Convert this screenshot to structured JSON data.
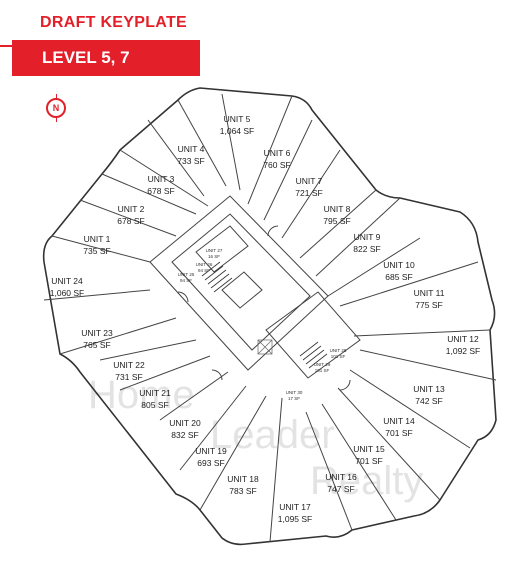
{
  "header": {
    "title": "DRAFT KEYPLATE",
    "level_label": "LEVEL 5, 7"
  },
  "compass": {
    "letter": "N",
    "icon": "north-arrow-icon"
  },
  "colors": {
    "accent": "#e3202a",
    "plan_line": "#333333"
  },
  "units": [
    {
      "name": "UNIT 1",
      "area": "735 SF"
    },
    {
      "name": "UNIT 2",
      "area": "678 SF"
    },
    {
      "name": "UNIT 3",
      "area": "678 SF"
    },
    {
      "name": "UNIT 4",
      "area": "733 SF"
    },
    {
      "name": "UNIT 5",
      "area": "1,064 SF"
    },
    {
      "name": "UNIT 6",
      "area": "760 SF"
    },
    {
      "name": "UNIT 7",
      "area": "721 SF"
    },
    {
      "name": "UNIT 8",
      "area": "795 SF"
    },
    {
      "name": "UNIT 9",
      "area": "822 SF"
    },
    {
      "name": "UNIT 10",
      "area": "685 SF"
    },
    {
      "name": "UNIT 11",
      "area": "775 SF"
    },
    {
      "name": "UNIT 12",
      "area": "1,092 SF"
    },
    {
      "name": "UNIT 13",
      "area": "742 SF"
    },
    {
      "name": "UNIT 14",
      "area": "701 SF"
    },
    {
      "name": "UNIT 15",
      "area": "701 SF"
    },
    {
      "name": "UNIT 16",
      "area": "747 SF"
    },
    {
      "name": "UNIT 17",
      "area": "1,095 SF"
    },
    {
      "name": "UNIT 18",
      "area": "783 SF"
    },
    {
      "name": "UNIT 19",
      "area": "693 SF"
    },
    {
      "name": "UNIT 20",
      "area": "832 SF"
    },
    {
      "name": "UNIT 21",
      "area": "805 SF"
    },
    {
      "name": "UNIT 22",
      "area": "731 SF"
    },
    {
      "name": "UNIT 23",
      "area": "765 SF"
    },
    {
      "name": "UNIT 24",
      "area": "1,060 SF"
    }
  ],
  "small_units": [
    {
      "name": "UNIT 25",
      "area": "94 SF"
    },
    {
      "name": "UNIT 26",
      "area": "94 SF"
    },
    {
      "name": "UNIT 27",
      "area": "16 SF"
    },
    {
      "name": "UNIT 28",
      "area": "101 SF"
    },
    {
      "name": "UNIT 29",
      "area": "101 SF"
    },
    {
      "name": "UNIT 30",
      "area": "17 SF"
    }
  ],
  "watermark": [
    "Home",
    "Leader",
    "Realty"
  ]
}
